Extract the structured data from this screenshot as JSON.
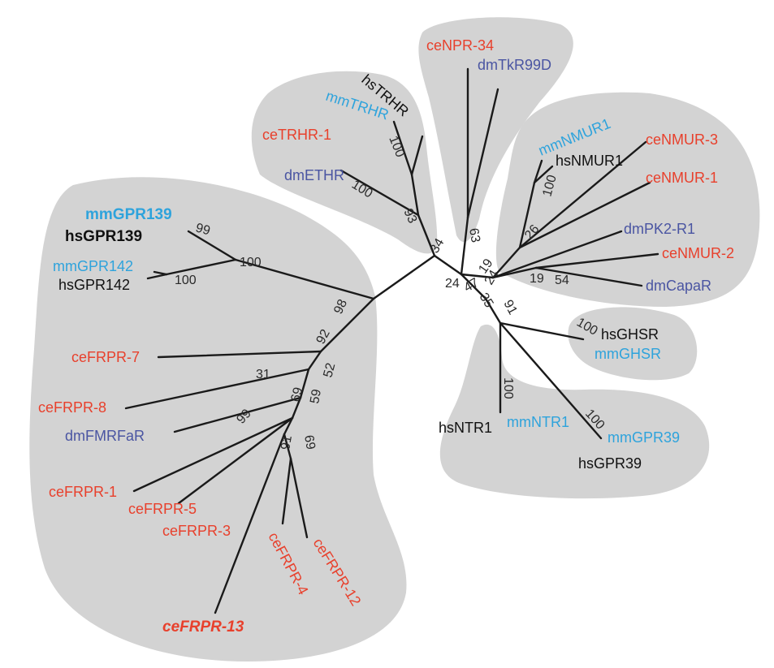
{
  "colors": {
    "ce": "#e8402c",
    "dm": "#4a55a2",
    "mm": "#2ea3dc",
    "hs": "#111111"
  },
  "leaves": {
    "ceNPR34": "ceNPR-34",
    "dmTkR99D": "dmTkR99D",
    "hsTRHR": "hsTRHR",
    "mmTRHR": "mmTRHR",
    "ceTRHR1": "ceTRHR-1",
    "dmETHR": "dmETHR",
    "mmNMUR1": "mmNMUR1",
    "hsNMUR1": "hsNMUR1",
    "ceNMUR3": "ceNMUR-3",
    "ceNMUR1": "ceNMUR-1",
    "dmPK2R1": "dmPK2-R1",
    "ceNMUR2": "ceNMUR-2",
    "dmCapaR": "dmCapaR",
    "hsGHSR": "hsGHSR",
    "mmGHSR": "mmGHSR",
    "hsNTR1": "hsNTR1",
    "mmNTR1": "mmNTR1",
    "mmGPR39": "mmGPR39",
    "hsGPR39": "hsGPR39",
    "mmGPR139": "mmGPR139",
    "hsGPR139": "hsGPR139",
    "mmGPR142": "mmGPR142",
    "hsGPR142": "hsGPR142",
    "ceFRPR7": "ceFRPR-7",
    "ceFRPR8": "ceFRPR-8",
    "dmFMRFaR": "dmFMRFaR",
    "ceFRPR1": "ceFRPR-1",
    "ceFRPR5": "ceFRPR-5",
    "ceFRPR3": "ceFRPR-3",
    "ceFRPR4": "ceFRPR-4",
    "ceFRPR12": "ceFRPR-12",
    "ceFRPR13": "ceFRPR-13"
  },
  "bootstrap": {
    "b34": "34",
    "b24": "24",
    "b47": "47",
    "b19a": "19",
    "b24b": "24",
    "b19b": "19",
    "b54": "54",
    "b26": "26",
    "b100nmur": "100",
    "b63": "63",
    "b93": "93",
    "b100trhr": "100",
    "b100eth": "100",
    "b35": "35",
    "b91ghsr": "91",
    "b100ghsr": "100",
    "b100ntr": "100",
    "b100gpr39": "100",
    "b98": "98",
    "b100gpr": "100",
    "b99gpr139": "99",
    "b100gpr142": "100",
    "b92": "92",
    "b52": "52",
    "b31": "31",
    "b59": "59",
    "b69a": "69",
    "b99frpr": "99",
    "b91frpr": "91",
    "b69b": "69"
  }
}
